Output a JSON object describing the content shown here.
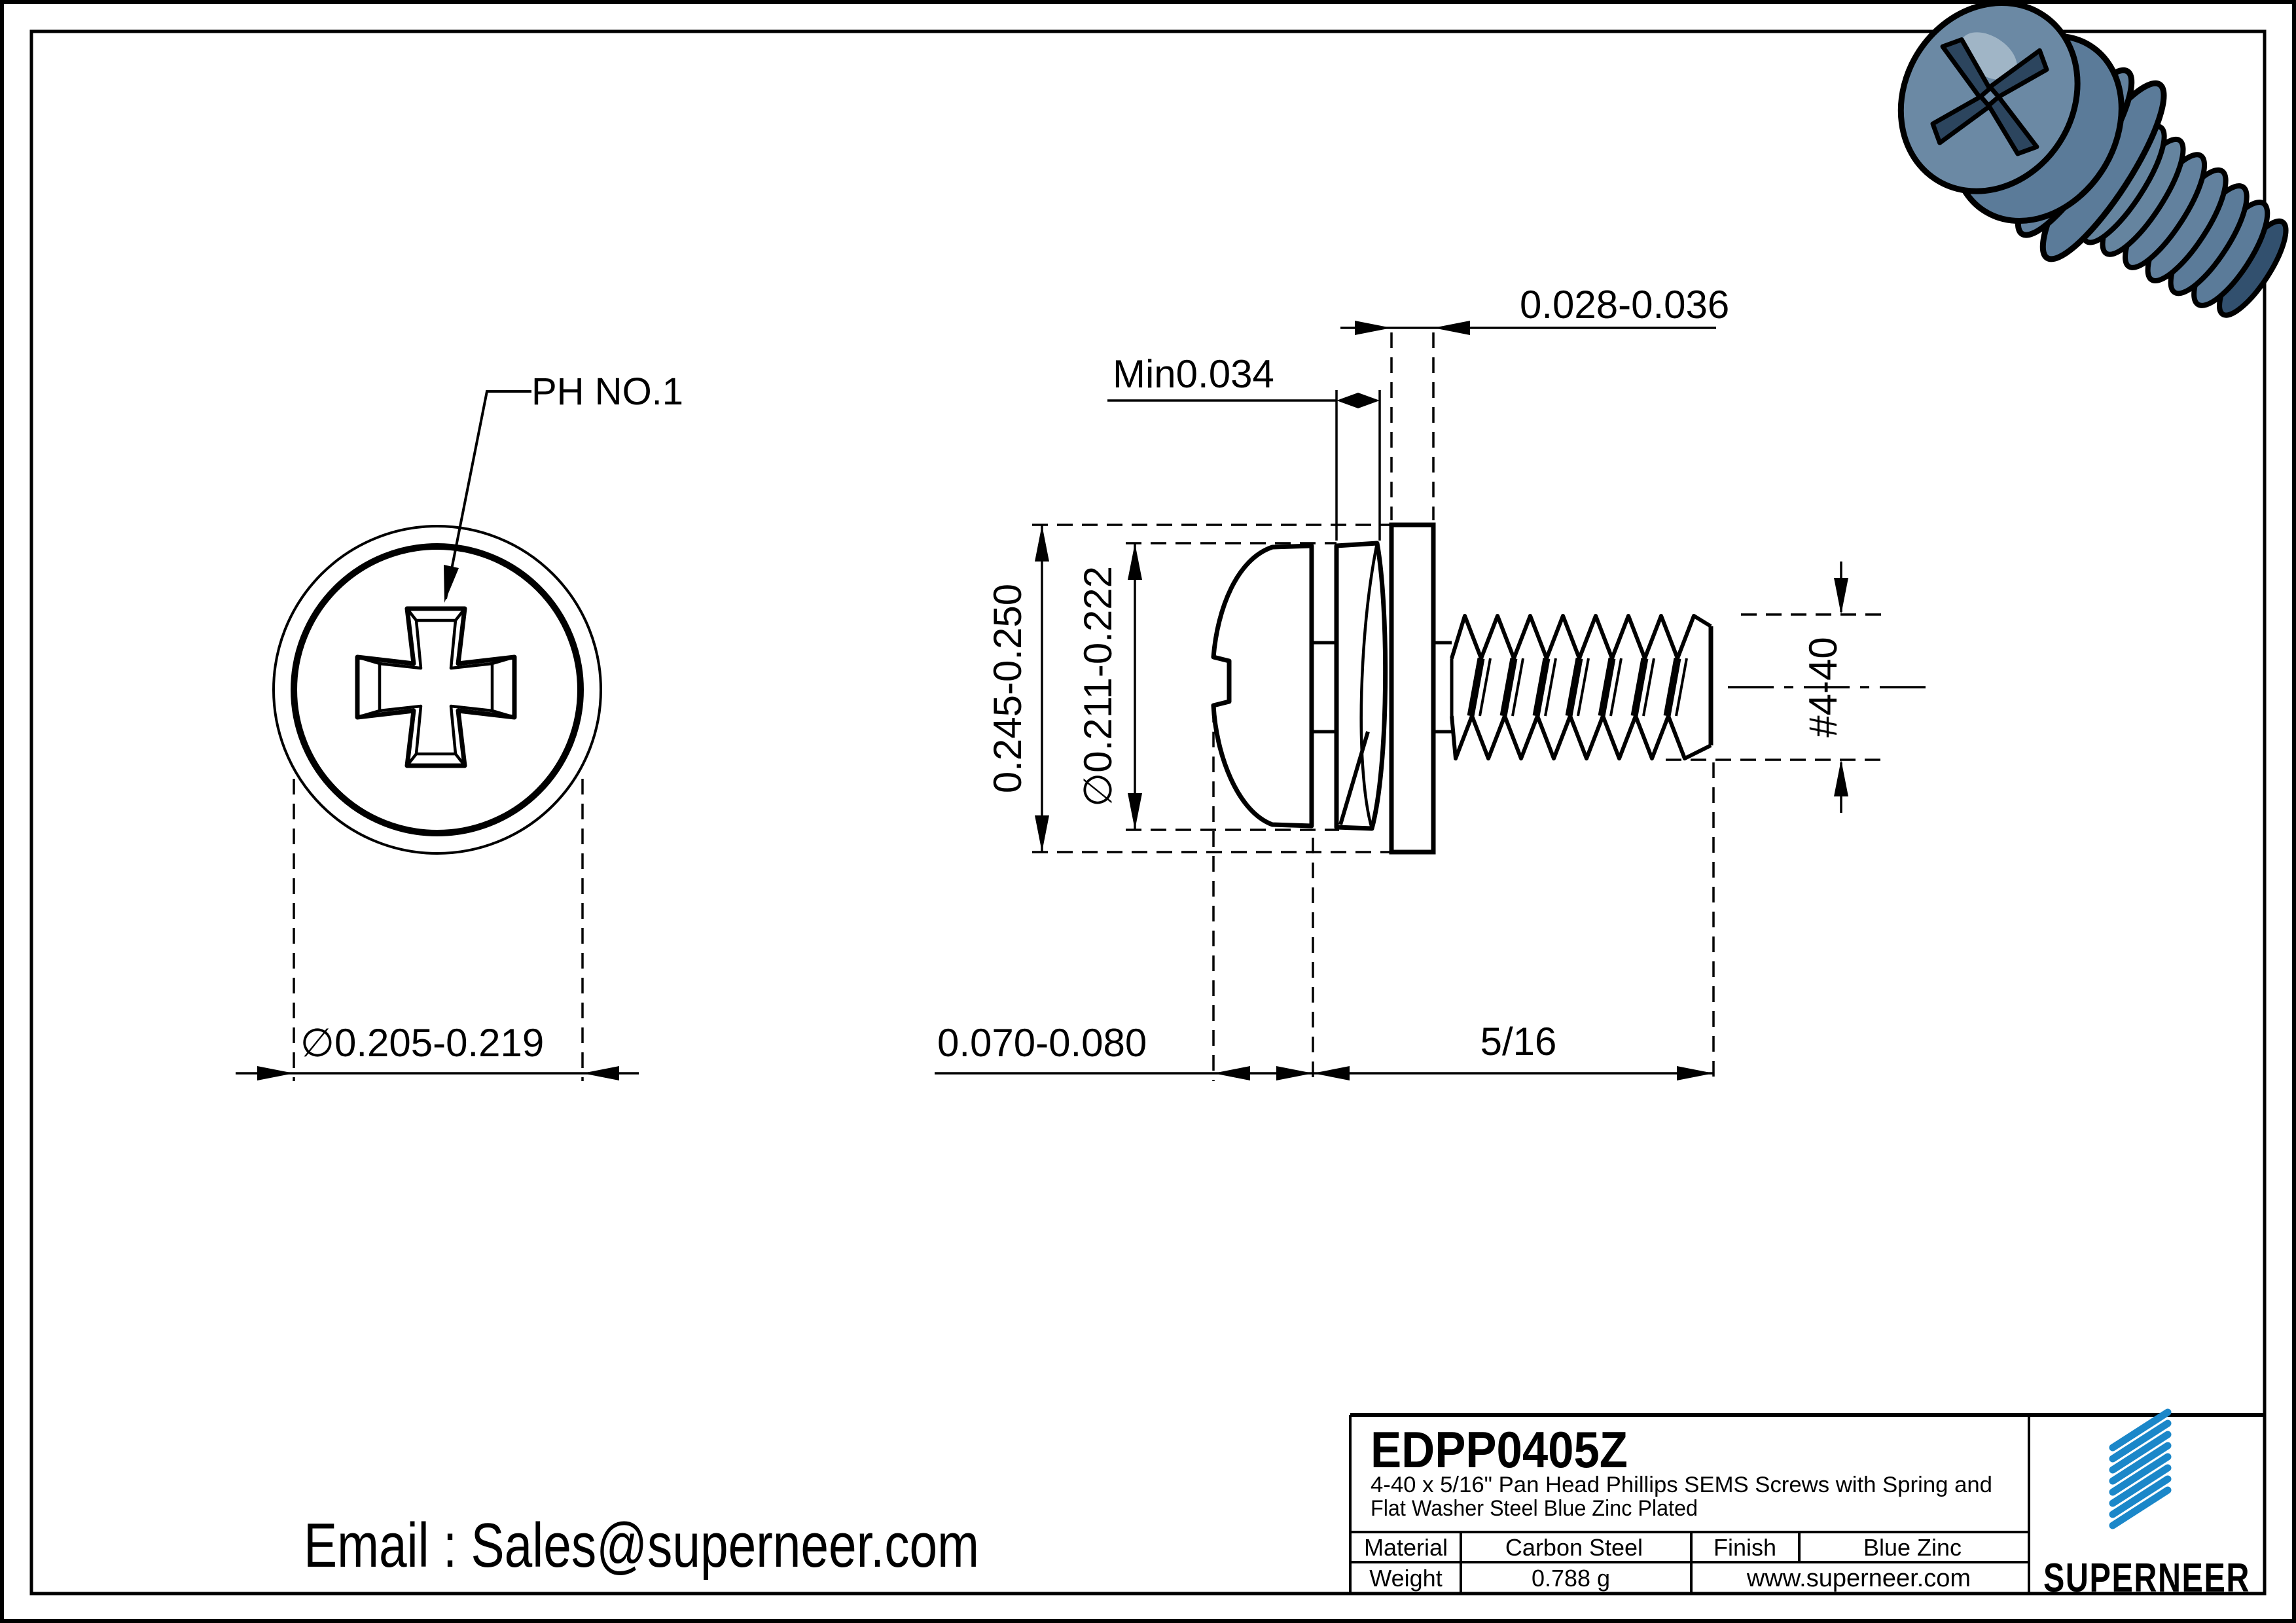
{
  "drawing_title": "EDPP0405Z SEMS screw engineering drawing",
  "views": {
    "top_view_label": "PH NO.1",
    "top_view_dim_head_dia": "∅0.205-0.219",
    "side_view_dims": {
      "washer_thickness": "0.028-0.036",
      "spring_min_thickness": "Min0.034",
      "washer_od": "0.245-0.250",
      "spring_od": "∅0.211-0.222",
      "head_height": "0.070-0.080",
      "thread_length": "5/16",
      "thread_size": "#4-40"
    }
  },
  "title_block": {
    "part_number": "EDPP0405Z",
    "description_line1": "4-40 x 5/16\" Pan Head Phillips SEMS Screws with Spring and",
    "description_line2": "Flat Washer Steel Blue Zinc Plated",
    "material_label": "Material",
    "material_value": "Carbon Steel",
    "finish_label": "Finish",
    "finish_value": "Blue Zinc",
    "weight_label": "Weight",
    "weight_value": "0.788 g",
    "website": "www.superneer.com",
    "brand_name": "SUPERNEER"
  },
  "footer": {
    "email": "Email : Sales@superneer.com"
  },
  "colors": {
    "line_black": "#000000",
    "brand_blue": "#1b87c9",
    "link_blue": "#1e8fd2",
    "screw_body_blue": "#5b7b99",
    "screw_dark_blue": "#32506e",
    "screw_highlight": "#a9bdcd"
  }
}
